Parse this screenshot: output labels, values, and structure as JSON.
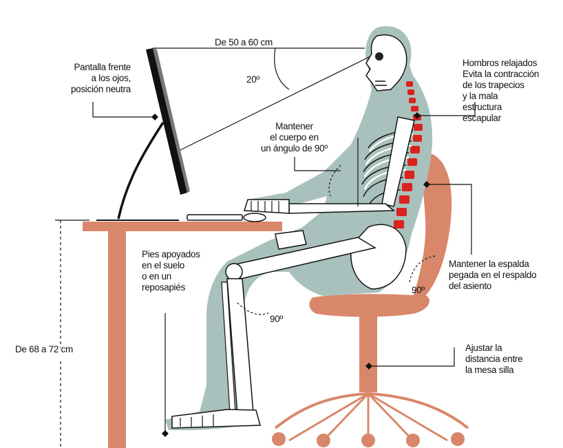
{
  "colors": {
    "body_silhouette": "#a9c1bc",
    "furniture": "#d9876a",
    "chair_base": "#d9876a",
    "spine_highlight": "#d8231f",
    "bone": "#ffffff",
    "ink": "#111111",
    "background": "#ffffff"
  },
  "annotations": {
    "screen_distance": "De 50 a 60 cm",
    "view_angle": "20º",
    "screen": [
      "Pantalla frente",
      "a los ojos,",
      "posición neutra"
    ],
    "body_angle": [
      "Mantener",
      "el cuerpo en",
      "un ángulo de 90º"
    ],
    "shoulders": [
      "Hombros relajados",
      "Evita la contracción",
      "de los trapecios",
      "y la mala",
      "estructura",
      "escapular"
    ],
    "back": [
      "Mantener la espalda",
      "pegada en el respaldo",
      "del asiento"
    ],
    "hip_angle": "90º",
    "feet": [
      "Pies apoyados",
      "en el suelo",
      "o en un",
      "reposapiés"
    ],
    "knee_angle": "90º",
    "desk_height": "De 68 a 72 cm",
    "chair_distance": [
      "Ajustar la",
      "distancia entre",
      "la mesa silla"
    ]
  },
  "icons": {
    "figure": "seated-skeleton-icon",
    "monitor": "computer-monitor-icon",
    "chair": "office-chair-icon",
    "desk": "desk-icon"
  }
}
